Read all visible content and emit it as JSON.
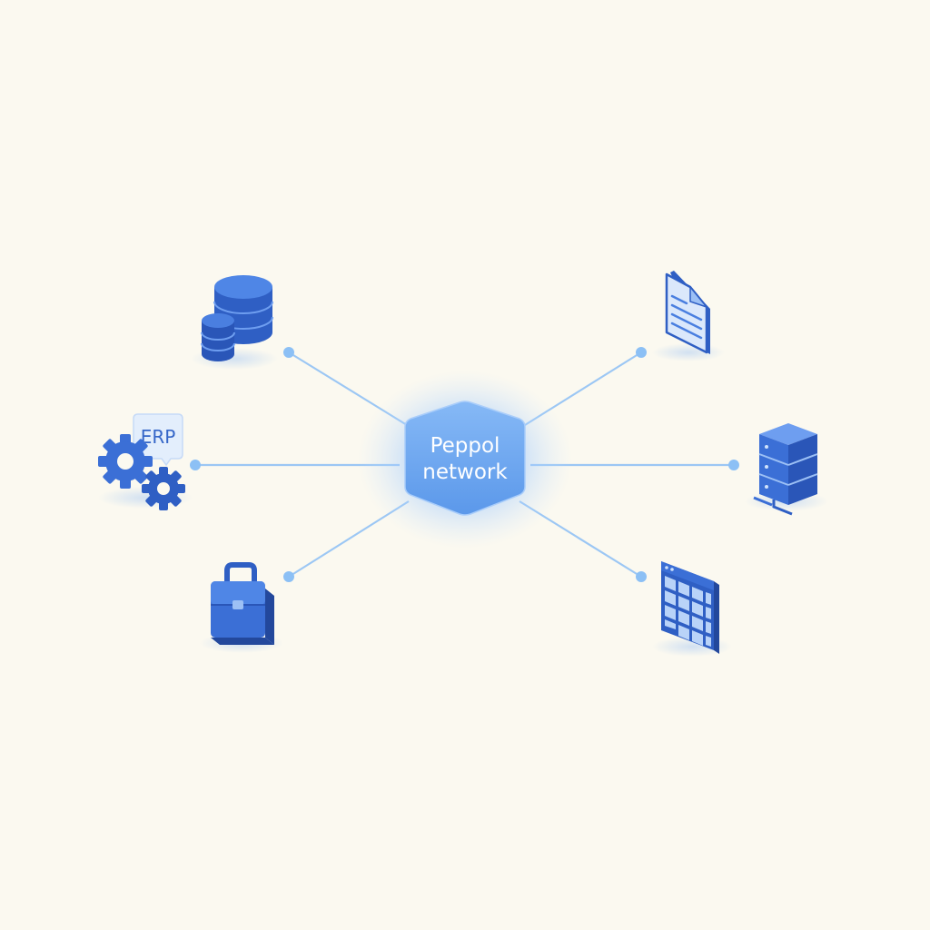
{
  "hub": {
    "line1": "Peppol",
    "line2": "network"
  },
  "erp_badge": "ERP",
  "colors": {
    "background": "#fbf9f0",
    "connector": "#9cc7f4",
    "dot": "#8cc0f5",
    "hub": "#6ea8f0",
    "icon_dark": "#2f5fc4",
    "icon_mid": "#4a7fe0",
    "icon_light": "#6e9ef0"
  },
  "icons": {
    "top_left": "database-icon",
    "mid_left": "erp-gears-icon",
    "bottom_left": "briefcase-icon",
    "top_right": "document-icon",
    "mid_right": "server-icon",
    "bottom_right": "spreadsheet-icon"
  }
}
